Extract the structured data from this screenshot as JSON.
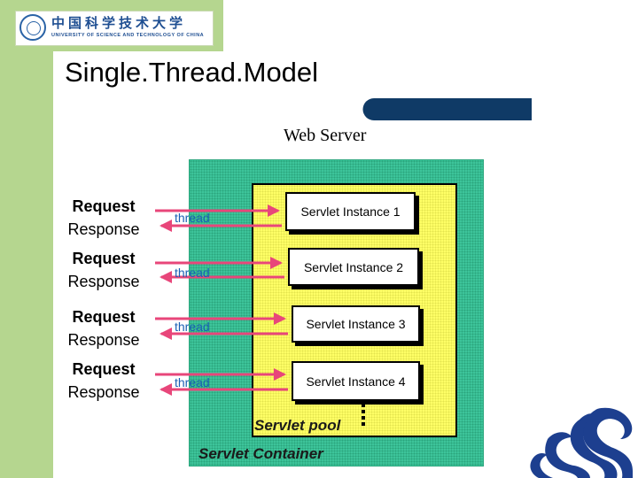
{
  "header": {
    "logo_cn": "中国科学技术大学",
    "logo_en": "UNIVERSITY OF SCIENCE AND TECHNOLOGY OF CHINA"
  },
  "slide": {
    "title": "Single.Thread.Model"
  },
  "diagram": {
    "server_label": "Web Server",
    "container_label": "Servlet Container",
    "pool_label": "Servlet pool",
    "rows": [
      {
        "request": "Request",
        "response": "Response",
        "thread": "thread",
        "instance": "Servlet Instance 1"
      },
      {
        "request": "Request",
        "response": "Response",
        "thread": "thread",
        "instance": "Servlet Instance 2"
      },
      {
        "request": "Request",
        "response": "Response",
        "thread": "thread",
        "instance": "Servlet Instance 3"
      },
      {
        "request": "Request",
        "response": "Response",
        "thread": "thread",
        "instance": "Servlet Instance 4"
      }
    ]
  },
  "colors": {
    "sidebar": "#b5d68f",
    "title_bar": "#0f3a66",
    "container": "#3dc49a",
    "pool": "#ffff66",
    "arrow": "#e8467a",
    "thread_text": "#1a5fb4",
    "dragon": "#1d3f8f"
  },
  "icons": {
    "logo": "university-seal-icon",
    "corner": "dragon-emblem-icon"
  }
}
